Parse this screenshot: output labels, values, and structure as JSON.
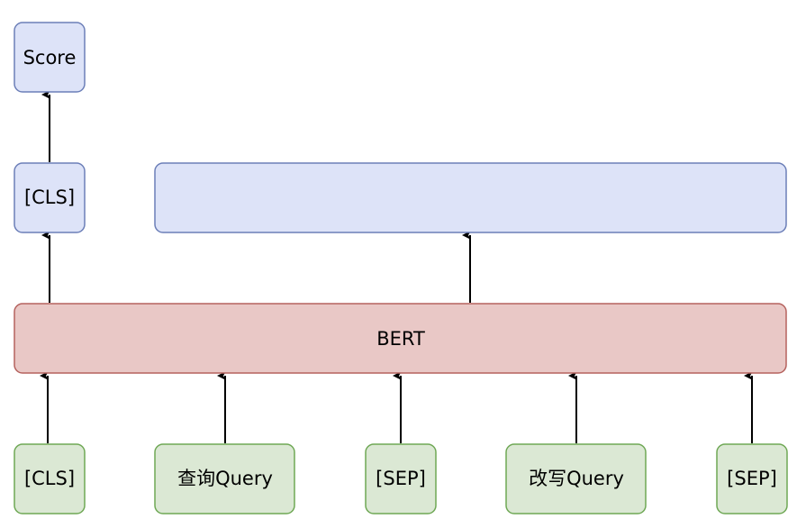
{
  "diagram": {
    "type": "model-architecture",
    "nodes": {
      "score": {
        "label": "Score",
        "fill": "#dde3f8",
        "stroke": "#6c7fb8"
      },
      "cls_output": {
        "label": "[CLS]",
        "fill": "#dde3f8",
        "stroke": "#6c7fb8"
      },
      "token_outputs": {
        "label": "",
        "fill": "#dde3f8",
        "stroke": "#6c7fb8"
      },
      "bert": {
        "label": "BERT",
        "fill": "#e9c8c6",
        "stroke": "#b5625e"
      },
      "inputs": [
        {
          "label": "[CLS]",
          "fill": "#dbe8d4",
          "stroke": "#6fa855"
        },
        {
          "label": "查询Query",
          "fill": "#dbe8d4",
          "stroke": "#6fa855"
        },
        {
          "label": "[SEP]",
          "fill": "#dbe8d4",
          "stroke": "#6fa855"
        },
        {
          "label": "改写Query",
          "fill": "#dbe8d4",
          "stroke": "#6fa855"
        },
        {
          "label": "[SEP]",
          "fill": "#dbe8d4",
          "stroke": "#6fa855"
        }
      ]
    },
    "edges": [
      {
        "from": "inputs.0",
        "to": "bert"
      },
      {
        "from": "inputs.1",
        "to": "bert"
      },
      {
        "from": "inputs.2",
        "to": "bert"
      },
      {
        "from": "inputs.3",
        "to": "bert"
      },
      {
        "from": "inputs.4",
        "to": "bert"
      },
      {
        "from": "bert",
        "to": "cls_output"
      },
      {
        "from": "bert",
        "to": "token_outputs"
      },
      {
        "from": "cls_output",
        "to": "score"
      }
    ],
    "arrow_color": "#000000"
  }
}
